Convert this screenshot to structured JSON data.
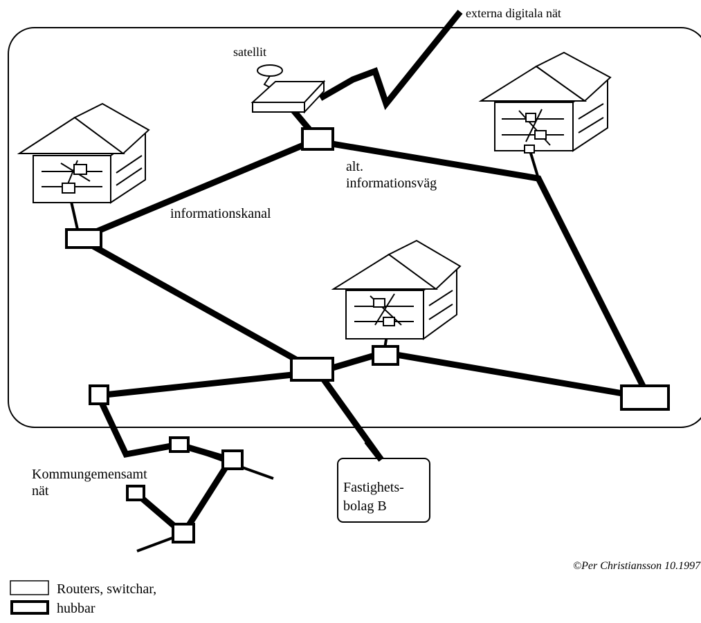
{
  "labels": {
    "external_networks": "externa digitala nät",
    "satellite": "satellit",
    "alt_route_line1": "alt.",
    "alt_route_line2": "informationsväg",
    "info_channel": "informationskanal",
    "municipal_net_line1": "Kommungemensamt",
    "municipal_net_line2": "nät",
    "property_company_line1": "Fastighets-",
    "property_company_line2": "bolag B",
    "copyright": "©Per Christiansson 10.1997"
  },
  "legend": {
    "thin_box_label": "Routers, switchar,",
    "thick_box_label": "hubbar"
  }
}
